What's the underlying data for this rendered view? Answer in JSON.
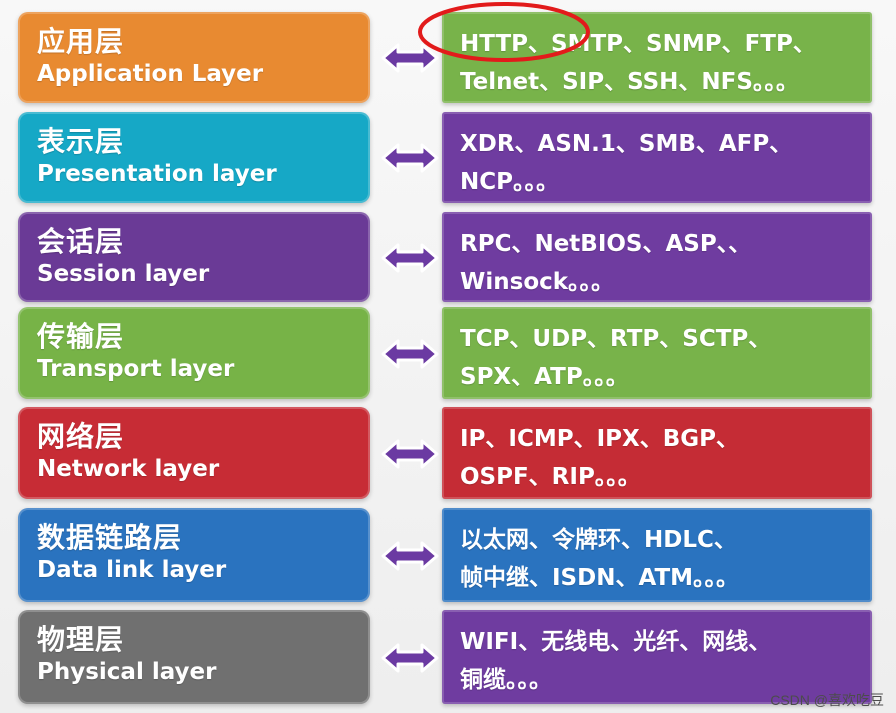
{
  "layers": [
    {
      "cn": "应用层",
      "en": "Application Layer",
      "color": "#e88a31",
      "protocol_color": "#78b34a",
      "protocols": [
        "HTTP、SMTP、SNMP、FTP、",
        "Telnet、SIP、SSH、NFS。。。"
      ]
    },
    {
      "cn": "表示层",
      "en": "Presentation layer",
      "color": "#16a8c6",
      "protocol_color": "#6f3ca0",
      "protocols": [
        "XDR、ASN.1、SMB、AFP、",
        "NCP。。。"
      ]
    },
    {
      "cn": "会话层",
      "en": "Session layer",
      "color": "#6a3a96",
      "protocol_color": "#6f3ca0",
      "protocols": [
        "RPC、NetBIOS、ASP、、",
        "Winsock。。。"
      ]
    },
    {
      "cn": "传输层",
      "en": "Transport layer",
      "color": "#77b347",
      "protocol_color": "#78b34a",
      "protocols": [
        "TCP、UDP、RTP、SCTP、",
        "SPX、ATP。。。"
      ]
    },
    {
      "cn": "网络层",
      "en": "Network layer",
      "color": "#c72c35",
      "protocol_color": "#c52c35",
      "protocols": [
        "IP、ICMP、IPX、BGP、",
        "OSPF、RIP。。。"
      ]
    },
    {
      "cn": "数据链路层",
      "en": "Data link layer",
      "color": "#2a73bf",
      "protocol_color": "#2a73bf",
      "protocols": [
        "以太网、令牌环、HDLC、",
        "帧中继、ISDN、ATM。。。"
      ]
    },
    {
      "cn": "物理层",
      "en": "Physical layer",
      "color": "#707070",
      "protocol_color": "#6f3ca0",
      "protocols": [
        "WIFI、无线电、光纤、网线、",
        "铜缆。。。"
      ]
    }
  ],
  "arrow_icon": "double-headed-arrow-icon",
  "arrow_color": "#6b3aa2",
  "highlight_color": "#e21b1b",
  "watermark": "CSDN @喜欢吃豆"
}
